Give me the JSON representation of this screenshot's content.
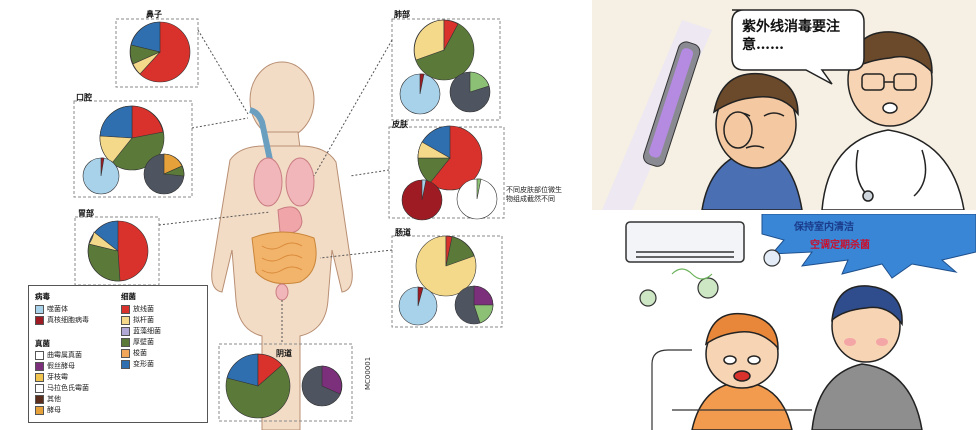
{
  "diagram": {
    "labels": {
      "nose": "鼻子",
      "oral": "口腔",
      "stomach": "胃部",
      "lung": "肺部",
      "skin": "皮肤",
      "intestine": "肠道",
      "vagina": "阴道"
    },
    "skin_note": "不同皮肤部位微生物组成截然不同",
    "figure_code": "MC00001",
    "legend": {
      "virus_title": "病毒",
      "virus_items": [
        {
          "label": "噬菌体",
          "color": "#a8d1ea"
        },
        {
          "label": "真核细胞病毒",
          "color": "#9e1b23"
        }
      ],
      "fungi_title": "真菌",
      "fungi_items": [
        {
          "label": "曲霉属真菌",
          "color": "#ffffff"
        },
        {
          "label": "假丝酵母",
          "color": "#7c2f7a"
        },
        {
          "label": "芽枝霉",
          "color": "#f2c64e"
        },
        {
          "label": "马拉色氏霉菌",
          "color": "#ffffff"
        },
        {
          "label": "其他",
          "color": "#5b2d1d"
        },
        {
          "label": "酵母",
          "color": "#e6a13a"
        }
      ],
      "bacteria_title": "细菌",
      "bacteria_items": [
        {
          "label": "放线菌",
          "color": "#d9312b"
        },
        {
          "label": "拟杆菌",
          "color": "#f5d98b"
        },
        {
          "label": "蓝藻细菌",
          "color": "#b3a9d6"
        },
        {
          "label": "厚壁菌",
          "color": "#5b7a3a"
        },
        {
          "label": "梭菌",
          "color": "#f2a65a"
        },
        {
          "label": "变形菌",
          "color": "#2f6fb0"
        }
      ]
    }
  },
  "uv_cartoon": {
    "bubble_text": "紫外线消毒要注意……"
  },
  "ac_cartoon": {
    "sign_line1": "保持室内清洁",
    "sign_line2": "空调定期杀菌"
  }
}
